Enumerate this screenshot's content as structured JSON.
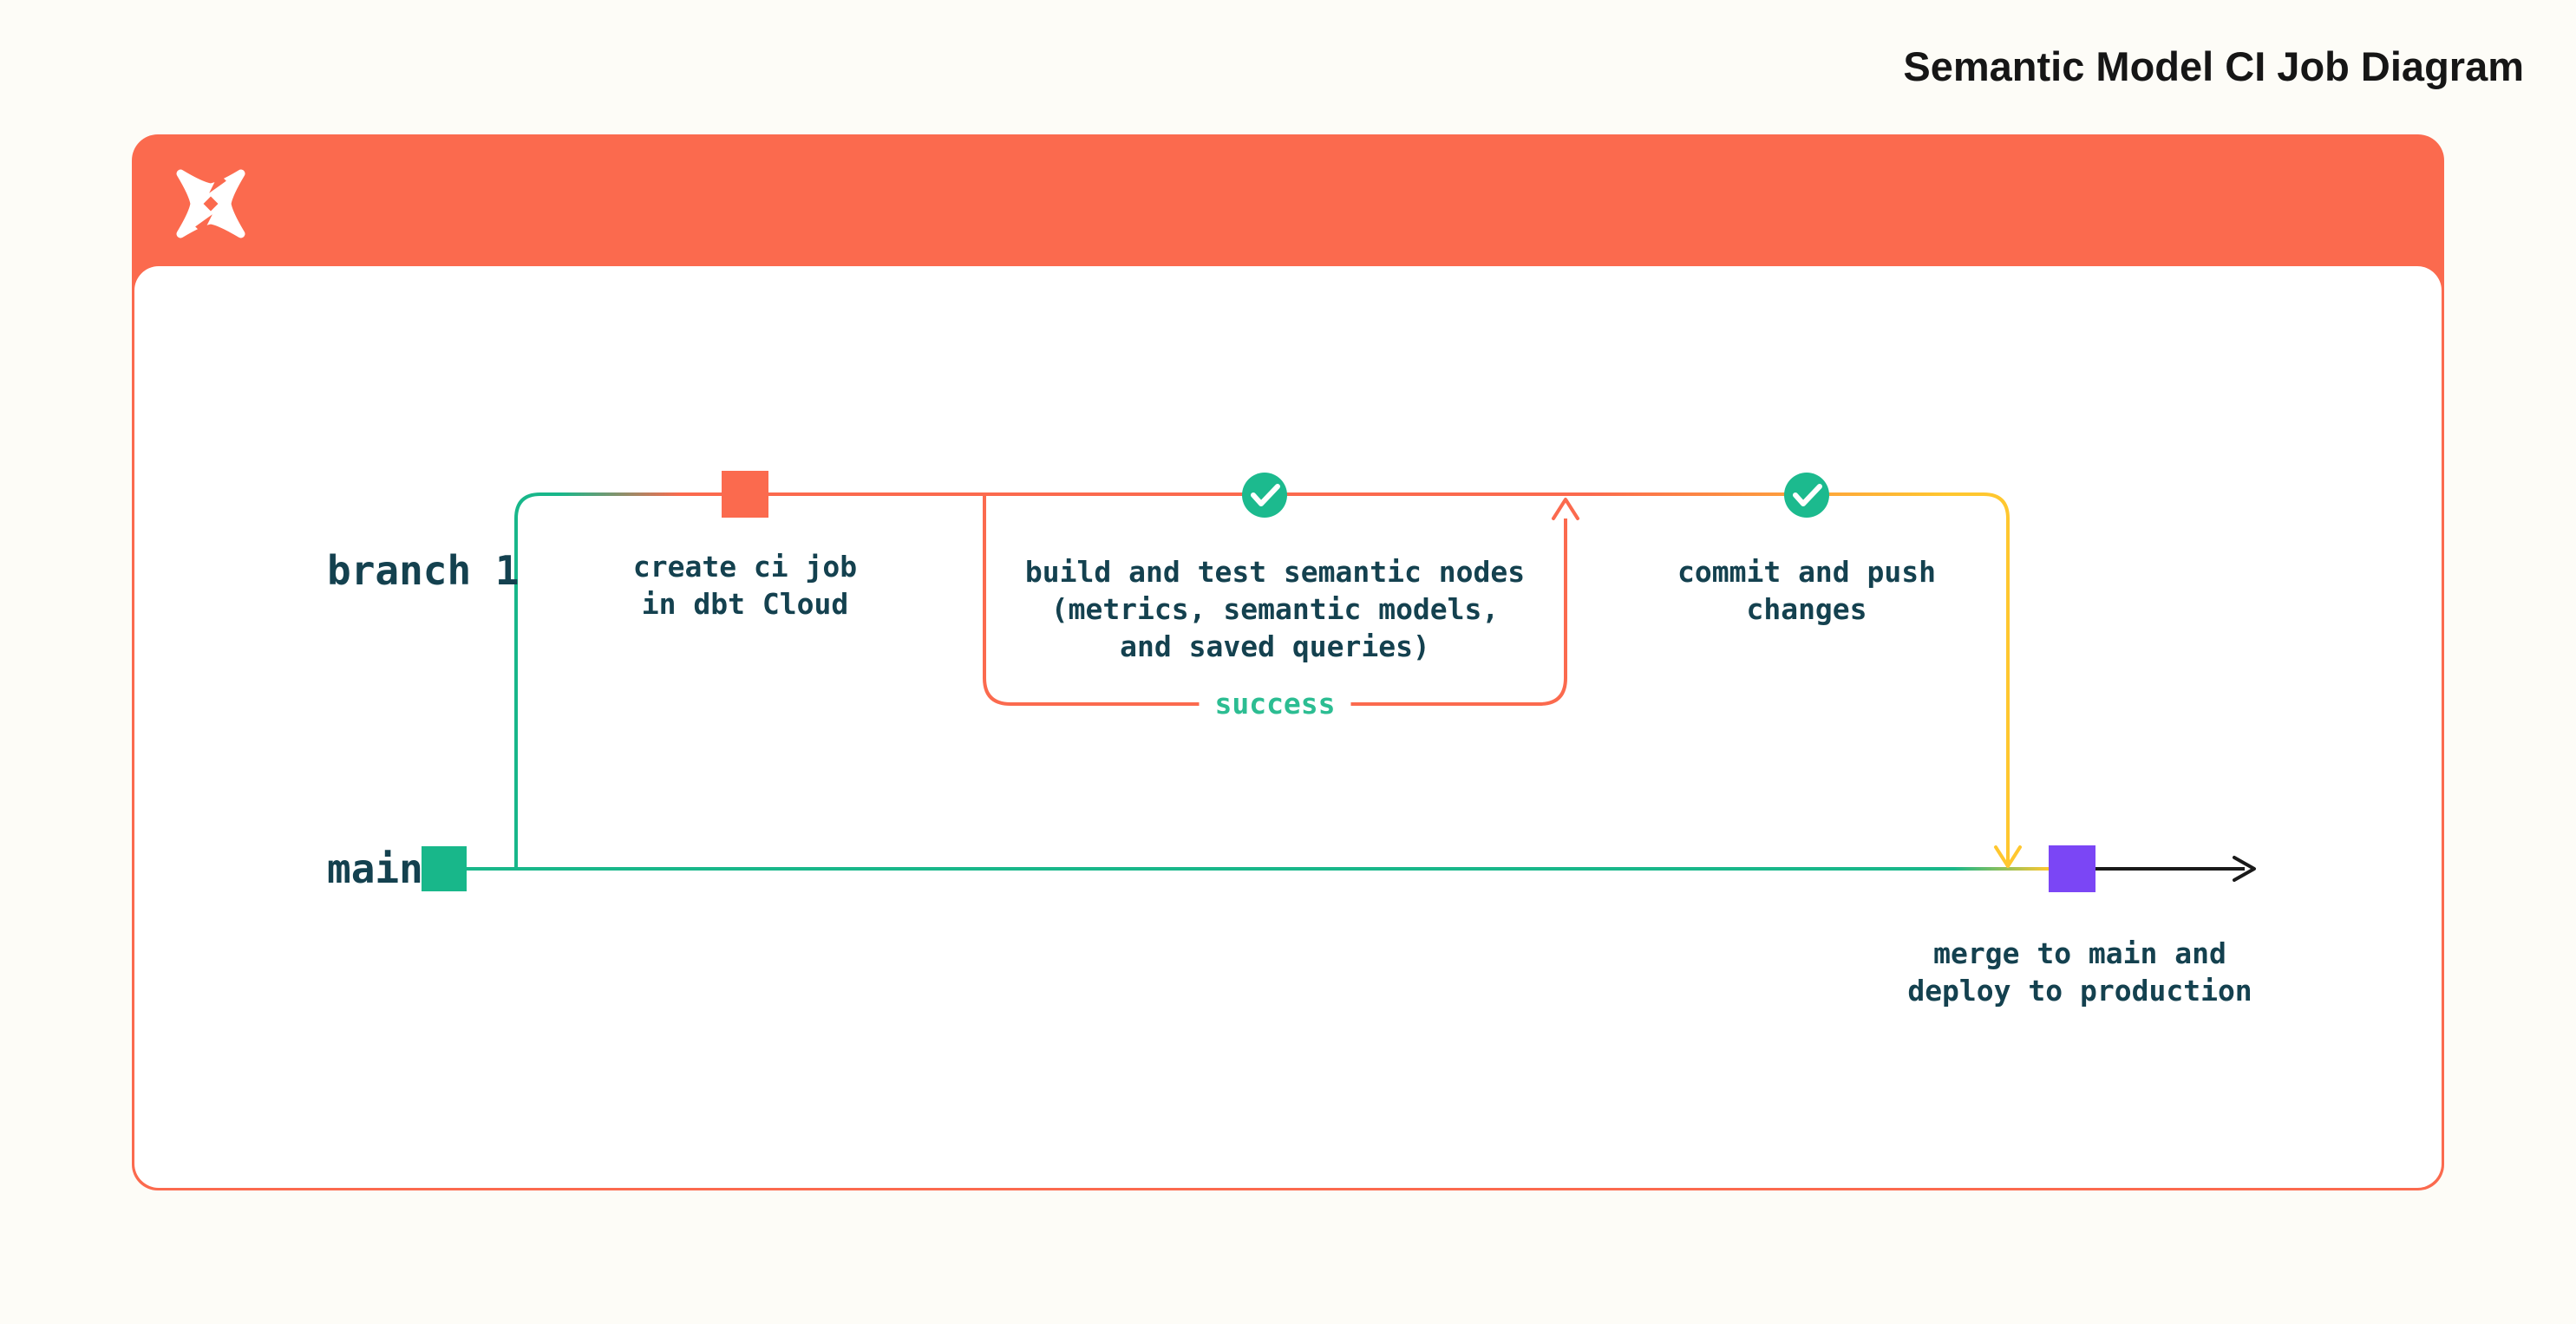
{
  "header": {
    "title": "Semantic Model CI Job Diagram",
    "logo": "dbt-logo"
  },
  "diagram": {
    "branches": {
      "branch1_label": "branch 1",
      "main_label": "main"
    },
    "nodes": [
      {
        "id": "create-ci-job",
        "marker": "orange-square-commit",
        "label": "create ci job\nin dbt Cloud"
      },
      {
        "id": "build-test",
        "marker": "check-circle",
        "label": "build and test semantic nodes\n(metrics, semantic models,\nand saved queries)"
      },
      {
        "id": "commit-push",
        "marker": "check-circle",
        "label": "commit and push\nchanges"
      },
      {
        "id": "merge-deploy",
        "marker": "purple-square-commit",
        "label": "merge to main and\ndeploy to production"
      }
    ],
    "edge_labels": {
      "success": "success"
    }
  },
  "colors": {
    "orange": "#FB6A4E",
    "green": "#18B78A",
    "circlegreen": "#1CBA8E",
    "success": "#2CBD92",
    "yellow": "#FFC72F",
    "purple": "#7B46F5",
    "textdark": "#14414F",
    "title": "#161616",
    "black": "#1A1A1A",
    "white": "#FFFFFF",
    "page": "#FDFCF7"
  }
}
